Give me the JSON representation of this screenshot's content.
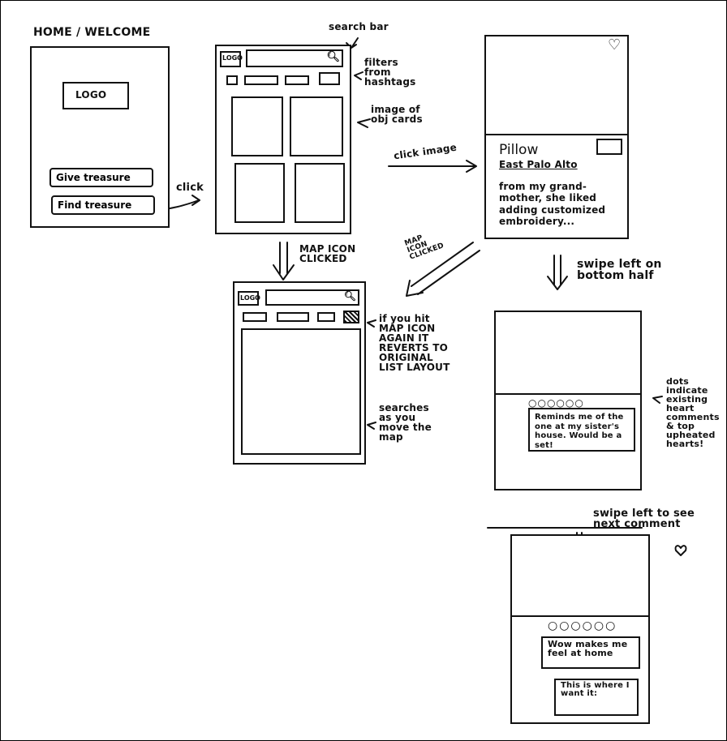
{
  "home": {
    "title": "HOME / WELCOME",
    "logo": "LOGO",
    "give_button": "Give treasure",
    "find_button": "Find treasure",
    "click_label": "click"
  },
  "list_screen": {
    "logo": "LOGO",
    "search_bar_label": "search bar",
    "filters_label": "filters from hashtags",
    "cards_label": "image of obj cards"
  },
  "map_screen": {
    "logo": "LOGO",
    "map_icon_clicked": "MAP ICON CLICKED",
    "map_clicked_arrow": "MAP ICON CLICKED",
    "revert_note": "if you hit MAP ICON AGAIN IT REVERTS TO ORIGINAL LIST LAYOUT",
    "search_note": "searches as you move the map"
  },
  "detail_screen": {
    "click_image": "click image",
    "title": "Pillow",
    "location": "East Palo Alto",
    "description": "from my grand-mother, she liked adding customized embroidery...",
    "swipe_label": "swipe left on bottom half"
  },
  "comments_screen": {
    "comment": "Reminds me of the one at my sister's house. Would be a set!",
    "dots_note": "dots indicate existing heart comments & top upheated hearts!",
    "swipe_label": "swipe left to see next comment"
  },
  "next_screen": {
    "comment1": "Wow makes me feel at home",
    "comment2": "This is where I want it:"
  },
  "icons": {
    "search": "search-icon",
    "heart": "heart-icon",
    "map": "map-icon",
    "pin": "map-pin-icon"
  }
}
